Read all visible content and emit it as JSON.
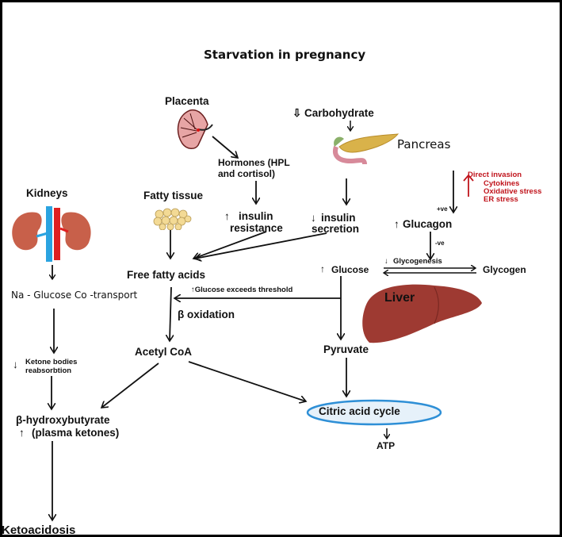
{
  "title": "Starvation in pregnancy",
  "nodes": {
    "placenta": "Placenta",
    "hormones_line1": "Hormones (HPL",
    "hormones_line2": "and cortisol)",
    "carbohydrate": "Carbohydrate",
    "carbohydrate_arrow": "⇩",
    "pancreas": "Pancreas",
    "kidneys": "Kidneys",
    "fatty_tissue": "Fatty tissue",
    "insulin_resistance_line1": "insulin",
    "insulin_resistance_line2": "resistance",
    "insulin_resistance_arrow": "↑",
    "insulin_secretion_line1": "insulin",
    "insulin_secretion_line2": "secretion",
    "insulin_secretion_arrow": "↓",
    "glucagon": "Glucagon",
    "glucagon_arrow": "↑",
    "plus_ve": "+ve",
    "minus_ve": "-ve",
    "free_fatty_acids": "Free fatty acids",
    "glucose": "Glucose",
    "glucose_arrow": "↑",
    "glycogenesis": "Glycogenesis",
    "glycogenesis_arrow": "↓",
    "glycogen": "Glycogen",
    "liver": "Liver",
    "na_glucose": "Na - Glucose Co -transport",
    "glucose_threshold": "↑Glucose exceeds threshold",
    "beta_oxidation": "β oxidation",
    "acetyl_coa": "Acetyl CoA",
    "pyruvate": "Pyruvate",
    "ketone_line1": "Ketone bodies",
    "ketone_line2": "reabsorbtion",
    "ketone_arrow": "↓",
    "bhb_line1": "β-hydroxybutyrate",
    "bhb_line2": "(plasma ketones)",
    "bhb_arrow": "↑",
    "citric_acid_cycle": "Citric acid cycle",
    "atp": "ATP",
    "ketoacidosis": "Ketoacidosis"
  },
  "red_annotation": {
    "items": [
      "Direct invasion",
      "Cytokines",
      "Oxidative stress",
      "ER stress"
    ],
    "arrow": "↑",
    "color": "#c0141c"
  },
  "colors": {
    "citric_ellipse_fill": "#e6f1fa",
    "citric_ellipse_stroke": "#2e8fd6",
    "liver": "#9e3a32",
    "pancreas": "#d9b24a",
    "kidney": "#c8604a",
    "vein": "#2aa3e0",
    "artery": "#e02020"
  }
}
